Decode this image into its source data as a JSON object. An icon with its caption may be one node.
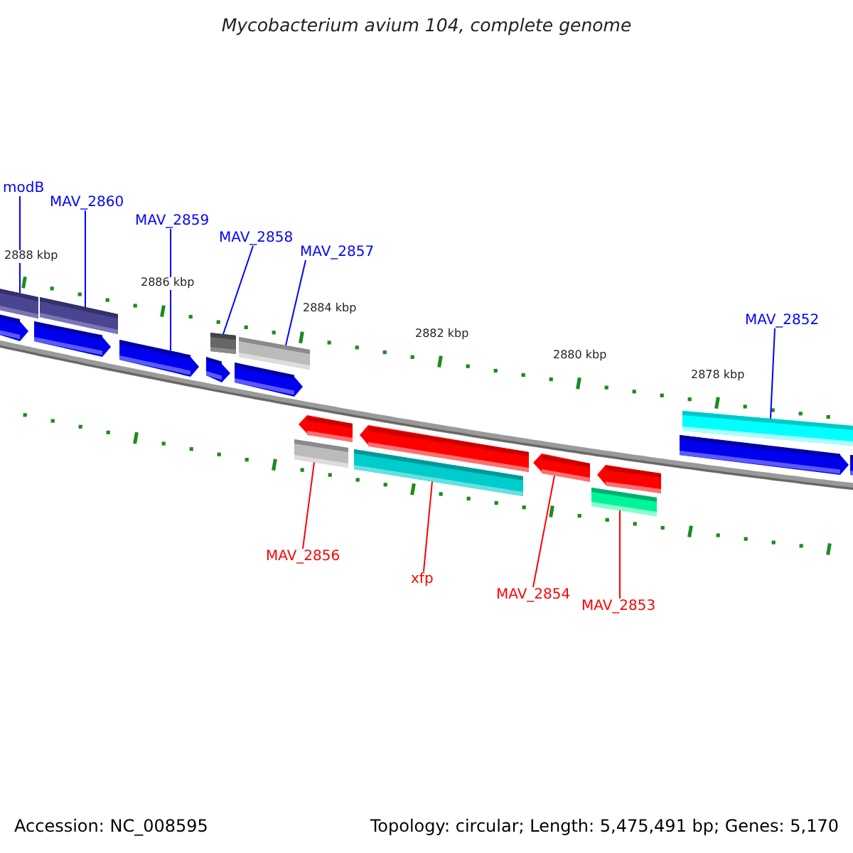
{
  "diagram": {
    "title": "Mycobacterium avium 104, complete genome",
    "nodes": [
      {
        "text": [
          "modB"
        ]
      },
      {
        "text": [
          "MAV_2860"
        ]
      },
      {
        "text": [
          "MAV_2859"
        ]
      },
      {
        "text": [
          "MAV_2858"
        ]
      },
      {
        "text": [
          "MAV_2857"
        ]
      },
      {
        "text": [
          "MAV_2852"
        ]
      },
      {
        "text": [
          "MAV_2856"
        ]
      },
      {
        "text": [
          "xfp"
        ]
      },
      {
        "text": [
          "MAV_2854"
        ]
      },
      {
        "text": [
          "MAV_2853"
        ]
      },
      {
        "text": [],
        "shape": "bar"
      },
      {
        "text": [],
        "shape": "arrow"
      },
      {
        "text": [],
        "shape": "bar"
      },
      {
        "text": [],
        "shape": "arrow"
      },
      {
        "text": [],
        "shape": "arrow"
      },
      {
        "text": [],
        "shape": "bar"
      },
      {
        "text": [],
        "shape": "arrow"
      },
      {
        "text": [],
        "shape": "bar"
      },
      {
        "text": [],
        "shape": "arrow"
      },
      {
        "text": [],
        "shape": "arrow"
      },
      {
        "text": [],
        "shape": "bar"
      },
      {
        "text": [],
        "shape": "arrow"
      },
      {
        "text": [],
        "shape": "bar"
      },
      {
        "text": [],
        "shape": "arrow"
      },
      {
        "text": [],
        "shape": "arrow"
      },
      {
        "text": [],
        "shape": "bar"
      },
      {
        "text": [],
        "shape": "bar"
      },
      {
        "text": [],
        "shape": "arrow"
      },
      {
        "text": [],
        "shape": "bar"
      }
    ],
    "edges": [
      {
        "from": 0,
        "to": 10,
        "arrow": "none"
      },
      {
        "from": 1,
        "to": 12,
        "arrow": "none"
      },
      {
        "from": 2,
        "to": 14,
        "arrow": "none"
      },
      {
        "from": 3,
        "to": 15,
        "arrow": "none"
      },
      {
        "from": 4,
        "to": 17,
        "arrow": "none"
      },
      {
        "from": 5,
        "to": 26,
        "arrow": "none"
      },
      {
        "from": 6,
        "to": 20,
        "arrow": "none",
        "color": "#ff0000"
      },
      {
        "from": 7,
        "to": 22,
        "arrow": "none",
        "color": "#ff0000"
      },
      {
        "from": 8,
        "to": 23,
        "arrow": "none",
        "color": "#ff0000"
      },
      {
        "from": 9,
        "to": 25,
        "arrow": "none",
        "color": "#ff0000"
      }
    ],
    "labels": [
      "2888 kbp",
      "2886 kbp",
      "2884 kbp",
      "2882 kbp",
      "2880 kbp",
      "2878 kbp",
      "Accession: NC_008595",
      "Topology: circular; Length: 5,475,491 bp; Genes: 5,170"
    ]
  }
}
